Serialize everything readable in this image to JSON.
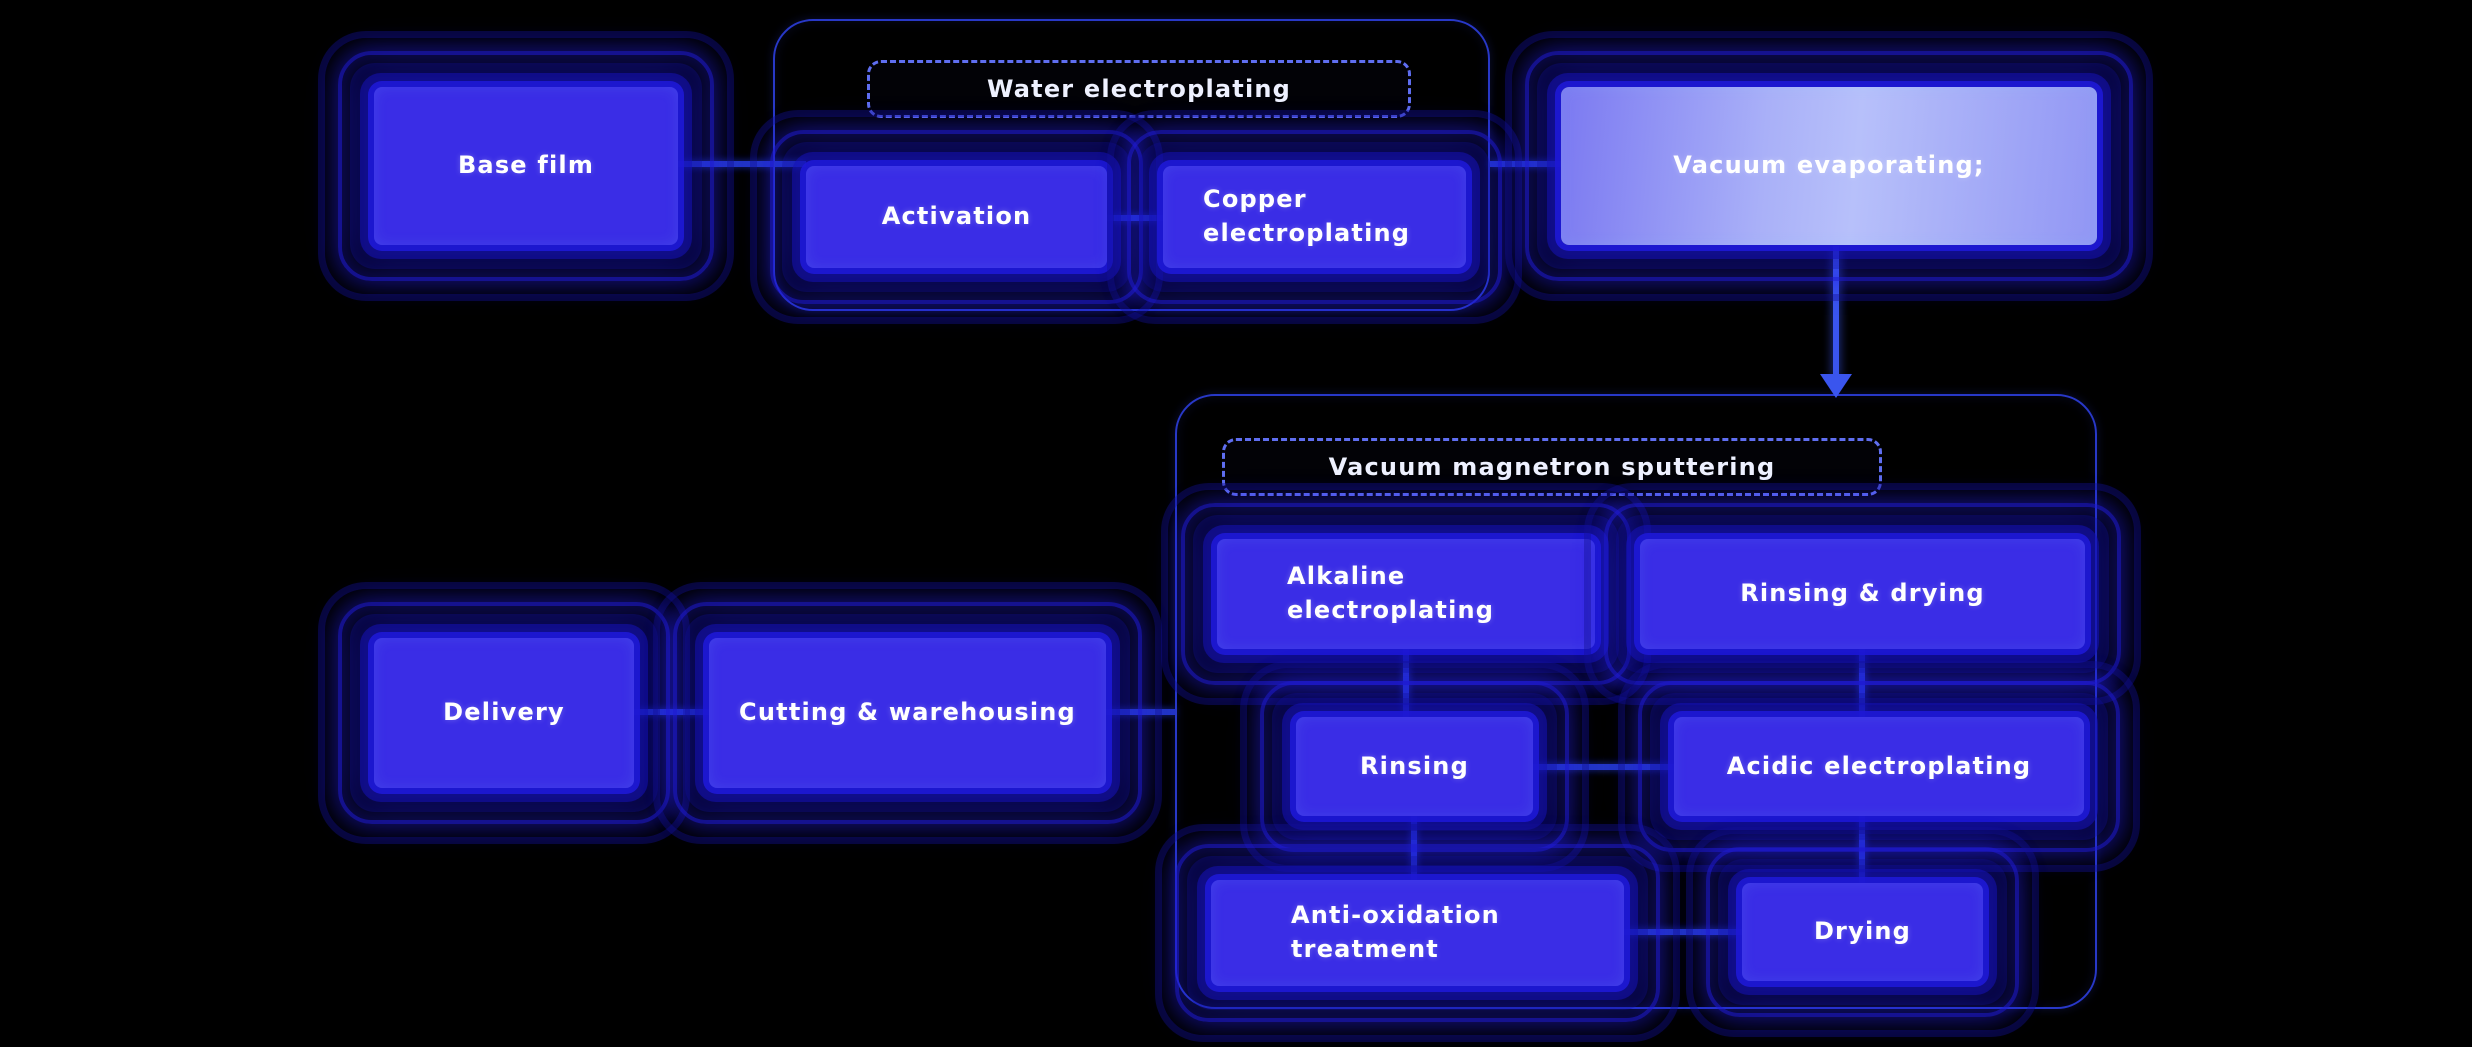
{
  "diagram": {
    "type": "process-flow",
    "background": "#000000"
  },
  "colors": {
    "node_fill": "#3a2de6",
    "node_glow": "#1c18c8",
    "gradient_node_from": "#7b79f1",
    "gradient_node_to": "#9196f4",
    "connector": "#2336c6",
    "arrow": "#3a55ee",
    "group_border": "#2838c8",
    "label_border": "#5f6ef0",
    "text": "#ffffff"
  },
  "groups": [
    {
      "id": "top",
      "label": "Water electroplating"
    },
    {
      "id": "bottom",
      "label": "Vacuum magnetron sputtering"
    }
  ],
  "nodes": [
    {
      "id": "base-film",
      "label": "Base film"
    },
    {
      "id": "activation",
      "label": "Activation"
    },
    {
      "id": "copper-electroplating",
      "label": "Copper electroplating"
    },
    {
      "id": "vacuum-evaporating",
      "label": "Vacuum evaporating;"
    },
    {
      "id": "alkaline-electroplating",
      "label": "Alkaline electroplating"
    },
    {
      "id": "rinsing-drying",
      "label": "Rinsing & drying"
    },
    {
      "id": "rinsing",
      "label": "Rinsing"
    },
    {
      "id": "acidic-electroplating",
      "label": "Acidic electroplating"
    },
    {
      "id": "anti-oxidation-treatment",
      "label": "Anti-oxidation treatment"
    },
    {
      "id": "drying",
      "label": "Drying"
    },
    {
      "id": "delivery",
      "label": "Delivery"
    },
    {
      "id": "cutting-warehousing",
      "label": "Cutting & warehousing"
    }
  ],
  "edges": [
    {
      "from": "base-film",
      "to": "top-group"
    },
    {
      "from": "activation",
      "to": "copper-electroplating"
    },
    {
      "from": "top-group",
      "to": "vacuum-evaporating"
    },
    {
      "from": "vacuum-evaporating",
      "to": "bottom-group",
      "arrow": true
    },
    {
      "from": "alkaline-electroplating",
      "to": "rinsing"
    },
    {
      "from": "rinsing-drying",
      "to": "acidic-electroplating"
    },
    {
      "from": "rinsing",
      "to": "acidic-electroplating"
    },
    {
      "from": "rinsing",
      "to": "anti-oxidation-treatment"
    },
    {
      "from": "acidic-electroplating",
      "to": "drying"
    },
    {
      "from": "anti-oxidation-treatment",
      "to": "drying"
    },
    {
      "from": "bottom-group",
      "to": "cutting-warehousing"
    },
    {
      "from": "cutting-warehousing",
      "to": "delivery"
    }
  ]
}
